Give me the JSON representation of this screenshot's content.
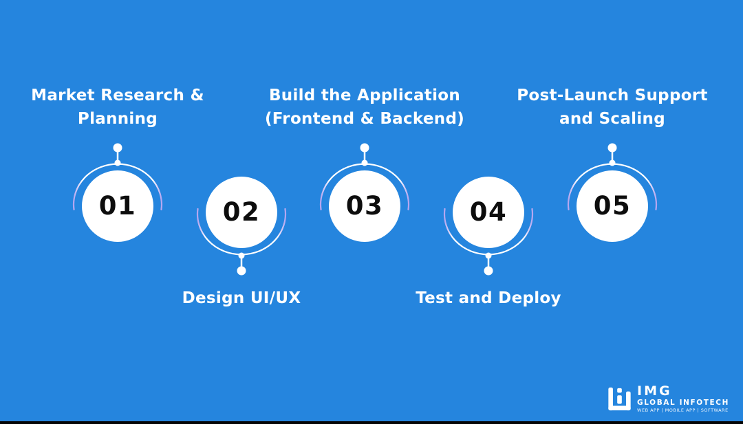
{
  "steps": [
    {
      "number": "01",
      "title": "Market Research &\nPlanning"
    },
    {
      "number": "02",
      "title": "Design UI/UX"
    },
    {
      "number": "03",
      "title": "Build the Application\n(Frontend & Backend)"
    },
    {
      "number": "04",
      "title": "Test and Deploy"
    },
    {
      "number": "05",
      "title": "Post-Launch Support\nand Scaling"
    }
  ],
  "logo": {
    "name": "IMG",
    "subtitle": "GLOBAL INFOTECH",
    "tagline": "WEB APP | MOBILE APP | SOFTWARE"
  },
  "colors": {
    "background": "#2585DE",
    "circle_fill": "#FFFFFF",
    "number_color": "#0D0D0D",
    "title_color": "#FFFFFF",
    "arc_tip": "#B3A4F0",
    "bottom_border": "#050505"
  }
}
